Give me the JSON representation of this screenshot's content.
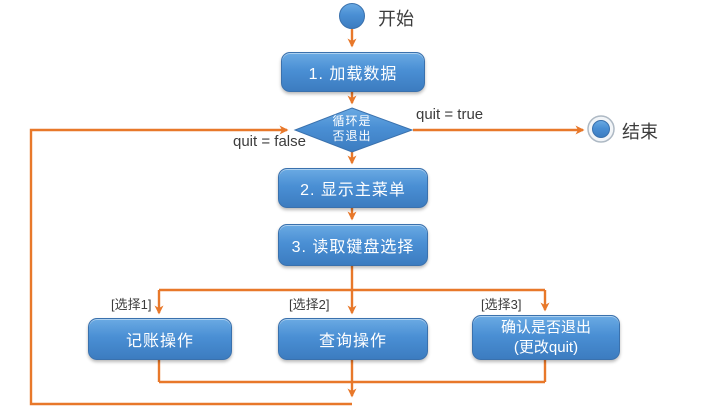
{
  "diagram": {
    "nodes": {
      "start": {
        "label": "开始"
      },
      "end": {
        "label": "结束"
      },
      "load": {
        "label": "1. 加载数据"
      },
      "decision": {
        "line1": "循环是",
        "line2": "否退出"
      },
      "menu": {
        "label": "2. 显示主菜单"
      },
      "read": {
        "label": "3. 读取键盘选择"
      },
      "record": {
        "label": "记账操作"
      },
      "query": {
        "label": "查询操作"
      },
      "confirm": {
        "line1": "确认是否退出",
        "line2": "(更改quit)"
      }
    },
    "edge_labels": {
      "quit_true": "quit = true",
      "quit_false": "quit = false",
      "choice1": "[选择1]",
      "choice2": "[选择2]",
      "choice3": "[选择3]"
    },
    "colors": {
      "node_blue": "#4a8fd4",
      "node_blue_light": "#6aaae3",
      "node_blue_dark": "#3c7cc0",
      "node_border": "#3a71ad",
      "arrow_orange": "#e8782a",
      "text_dark": "#3c3c3c",
      "text_white": "#ffffff",
      "end_ring": "#aeb9c4"
    }
  }
}
